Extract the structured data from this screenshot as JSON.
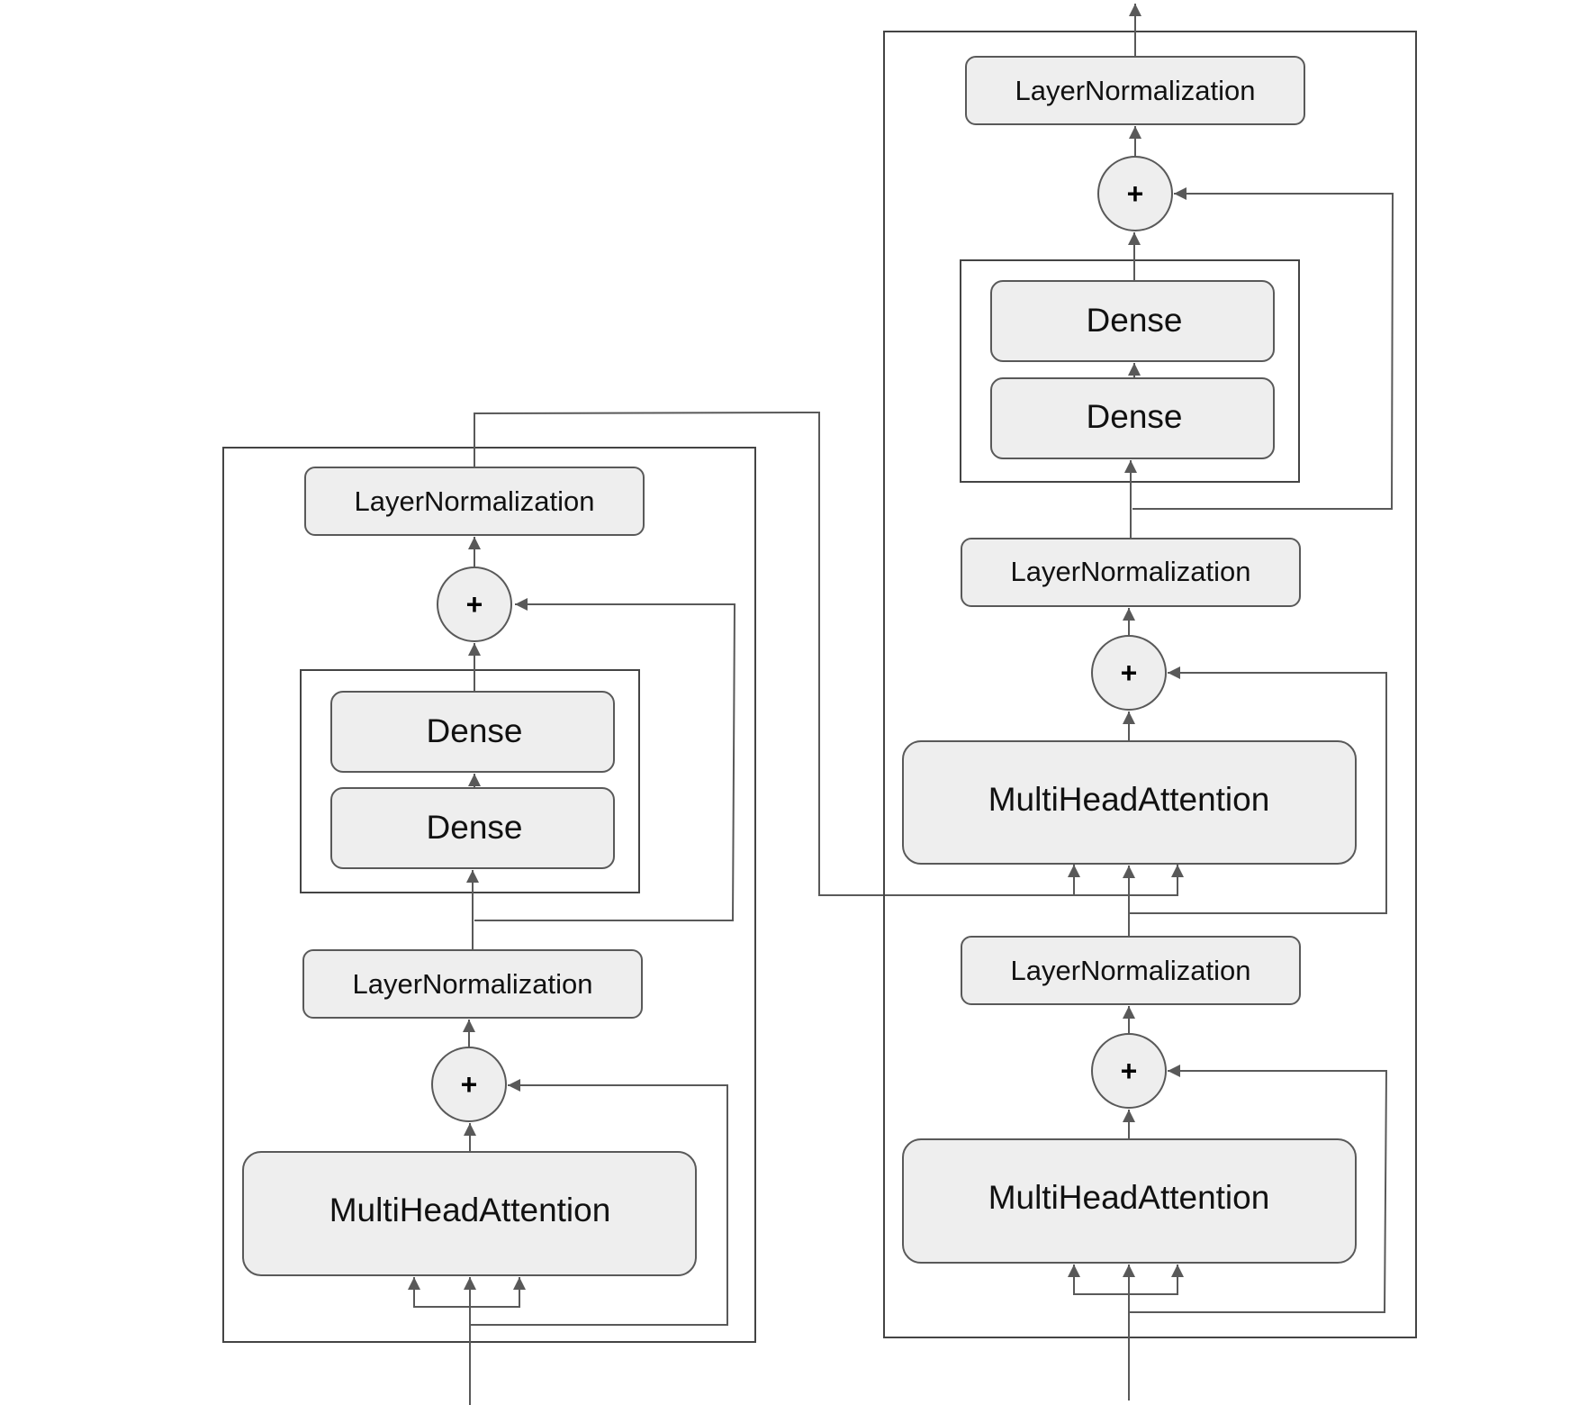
{
  "labels": {
    "layer_norm": "LayerNormalization",
    "dense": "Dense",
    "mha": "MultiHeadAttention",
    "add": "+"
  },
  "colors": {
    "node_fill": "#eeeeee",
    "stroke": "#595959",
    "frame": "#444444",
    "background": "#ffffff"
  }
}
